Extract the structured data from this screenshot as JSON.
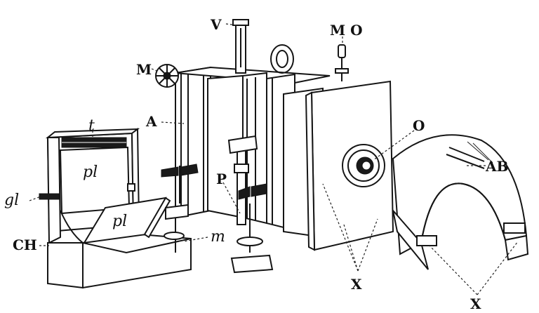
{
  "labels": {
    "V": "V",
    "M": "M",
    "MO": "M O",
    "A": "A",
    "O": "O",
    "AB": "AB",
    "P": "P",
    "t": "t",
    "pl_back": "pl",
    "pl_front": "pl",
    "gl": "gl",
    "CH": "CH",
    "m": "m",
    "X_center": "X",
    "X_right": "X"
  }
}
